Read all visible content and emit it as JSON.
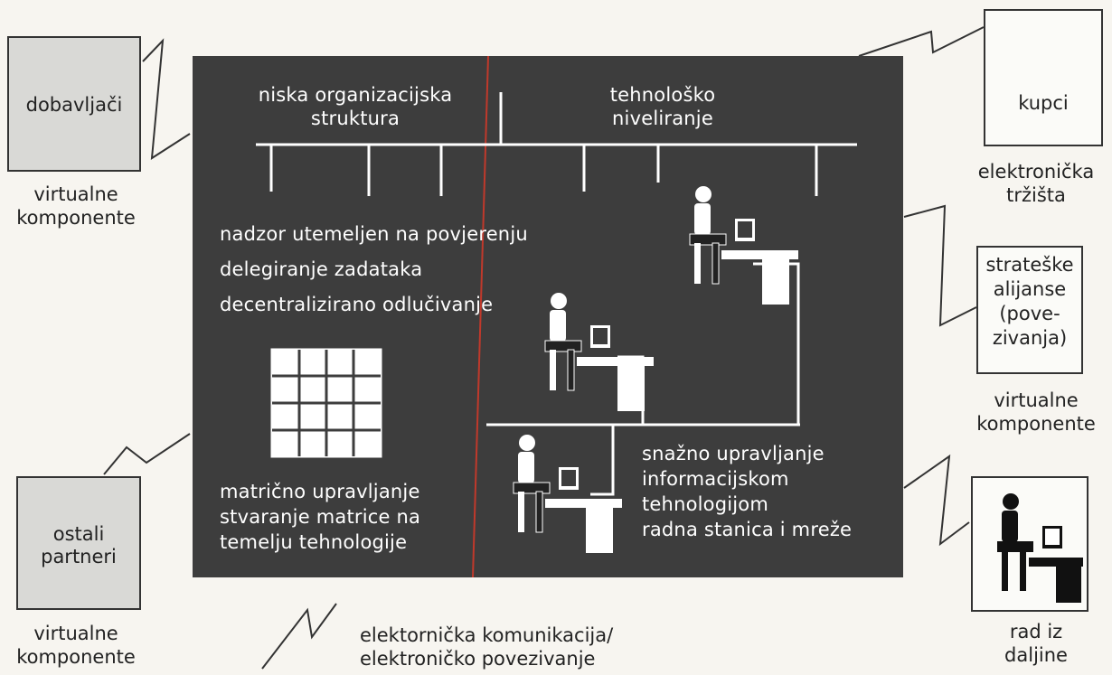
{
  "outer": {
    "suppliers": {
      "label": "dobavljači",
      "caption": [
        "virtualne",
        "komponente"
      ]
    },
    "other_partners": {
      "label": [
        "ostali",
        "partneri"
      ],
      "caption": [
        "virtualne",
        "komponente"
      ]
    },
    "customers": {
      "label": "kupci",
      "caption": [
        "elektronička",
        "tržišta"
      ]
    },
    "alliances": {
      "label": [
        "strateške",
        "alijanse",
        "(pove-",
        "zivanja)"
      ],
      "caption": [
        "virtualne",
        "komponente"
      ]
    },
    "remote": {
      "caption": [
        "rad iz",
        "daljine"
      ]
    }
  },
  "panel": {
    "left_header": [
      "niska organizacijska",
      "struktura"
    ],
    "right_header": [
      "tehnološko",
      "niveliranje"
    ],
    "trust_lines": [
      "nadzor utemeljen na povjerenju",
      "delegiranje zadataka",
      "decentralizirano odlučivanje"
    ],
    "matrix_lines": [
      "matrično upravljanje",
      "stvaranje matrice na",
      "temelju tehnologije"
    ],
    "it_lines": [
      "snažno upravljanje",
      "informacijskom",
      "tehnologijom",
      "radna stanica i mreže"
    ]
  },
  "legend": [
    "elektornička komunikacija/",
    "elektroničko povezivanje"
  ],
  "colors": {
    "panel": "#3d3d3d",
    "divider": "#c0392b",
    "panel_text": "#ffffff"
  }
}
